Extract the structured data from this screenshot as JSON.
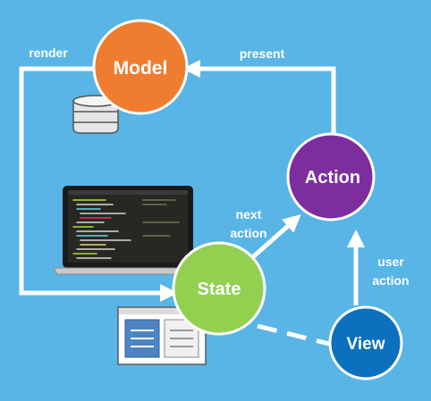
{
  "diagram": {
    "background_color": "#58b5e6",
    "nodes": {
      "model": {
        "label": "Model",
        "color": "#ef7d2f"
      },
      "action": {
        "label": "Action",
        "color": "#7d2e9e"
      },
      "state": {
        "label": "State",
        "color": "#92d050"
      },
      "view": {
        "label": "View",
        "color": "#0b70bd"
      }
    },
    "edge_labels": {
      "render": "render",
      "present": "present",
      "next_action": [
        "next",
        "action"
      ],
      "user_action": [
        "user",
        "action"
      ]
    },
    "icons": [
      "database-icon",
      "laptop-code-icon",
      "window-layout-icon"
    ]
  }
}
